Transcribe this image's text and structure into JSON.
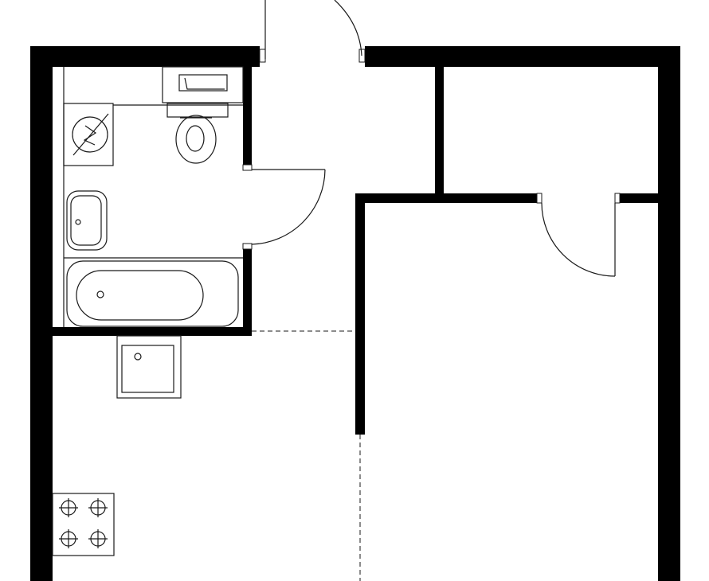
{
  "plan": {
    "type": "apartment floor plan",
    "colors": {
      "wall": "#000000",
      "line": "#1a1a1a",
      "background": "#ffffff"
    },
    "rooms": [
      "bathroom",
      "kitchen-living",
      "room",
      "storage"
    ],
    "fixtures": [
      "washing-machine",
      "toilet",
      "toilet-cistern",
      "washbasin",
      "bathtub",
      "kitchen-sink",
      "cooktop"
    ],
    "doors": [
      "entrance-door",
      "bathroom-door",
      "room-door"
    ]
  }
}
